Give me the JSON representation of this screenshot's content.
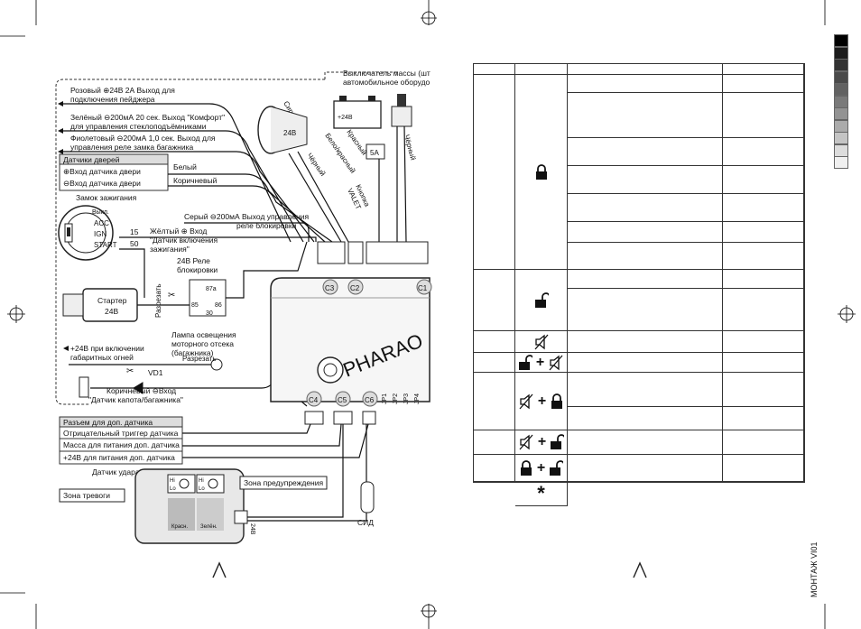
{
  "diagram": {
    "mass_switch": [
      "Выключатель массы (шт",
      "автомобильное оборудо"
    ],
    "siren": "Сирена",
    "siren_v": "24В",
    "wire_colors_right": [
      "Чёрный",
      "Бело/красный",
      "Красный",
      "Чёрный"
    ],
    "fuse": "5А",
    "battery_plus": "+24В",
    "valet": [
      "Кнопка",
      "VALET"
    ],
    "pink_out": [
      "Розовый ⊕24В 2А Выход для",
      "подключения пейджера"
    ],
    "green_out": [
      "Зелёный ⊖200мА 20 сек. Выход \"Комфорт\"",
      "для управления стеклоподъёмниками"
    ],
    "violet_out": [
      "Фиолетовый ⊖200мА 1,0 сек. Выход для",
      "управления реле замка багажника"
    ],
    "door_box_title": "Датчики дверей",
    "door_plus": "⊕Вход датчика двери",
    "door_minus": "⊖Вход датчика двери",
    "white": "Белый",
    "brown": "Коричневый",
    "ign_title": "Замок зажигания",
    "ign_positions": [
      "Выкл.",
      "ACC",
      "IGN",
      "START"
    ],
    "pin15": "15",
    "pin50": "50",
    "yellow_in": [
      "Жёлтый ⊕ Вход",
      "\"Датчик включения",
      "зажигания\""
    ],
    "gray_out": [
      "Серый ⊖200мА Выход управления",
      "реле блокировки"
    ],
    "relay": [
      "24В Реле",
      "блокировки"
    ],
    "relay_pins": [
      "87a",
      "85",
      "86",
      "30"
    ],
    "cut": "Разрезать",
    "starter": [
      "Стартер",
      "24В"
    ],
    "lamp": [
      "Лампа освещения",
      "моторного отсека",
      "(багажника)"
    ],
    "lights": [
      "+24В при включении",
      "габаритных огней"
    ],
    "vd1": "VD1",
    "brown_in": [
      "Коричневый ⊖Вход",
      "\"Датчик капота/багажника\""
    ],
    "connectors_top": [
      "C3",
      "C2",
      "C1"
    ],
    "connectors_bottom": [
      "C4",
      "C5",
      "C6"
    ],
    "jumpers": [
      "JP1",
      "JP2",
      "JP3",
      "JP4"
    ],
    "brand": "PHARAO",
    "extra_sensor_title": "Разъем для доп. датчика",
    "extra_sensor_rows": [
      "Отрицательный триггер датчика",
      "Масса для питания доп. датчика",
      "+24В для питания доп. датчика"
    ],
    "shock_sensor": "Датчик удара",
    "warn_zone": "Зона предупреждения",
    "alarm_zone": "Зона тревоги",
    "hilo": [
      "Hi",
      "Lo"
    ],
    "sensor_wires": [
      "Красн.",
      "Зелён."
    ],
    "sensor_v": "24В",
    "led": "СИД",
    "page_caption": "МОНТАЖ VI01"
  },
  "table": {
    "symbols": [
      "lock-closed-icon",
      "lock-open-icon",
      "speaker-mute-icon",
      "lock-open-plus-mute",
      "mute-plus-lock",
      "mute-plus-open",
      "lock-plus-open",
      "asterisk-icon"
    ],
    "plus": "+",
    "asterisk": "*"
  }
}
